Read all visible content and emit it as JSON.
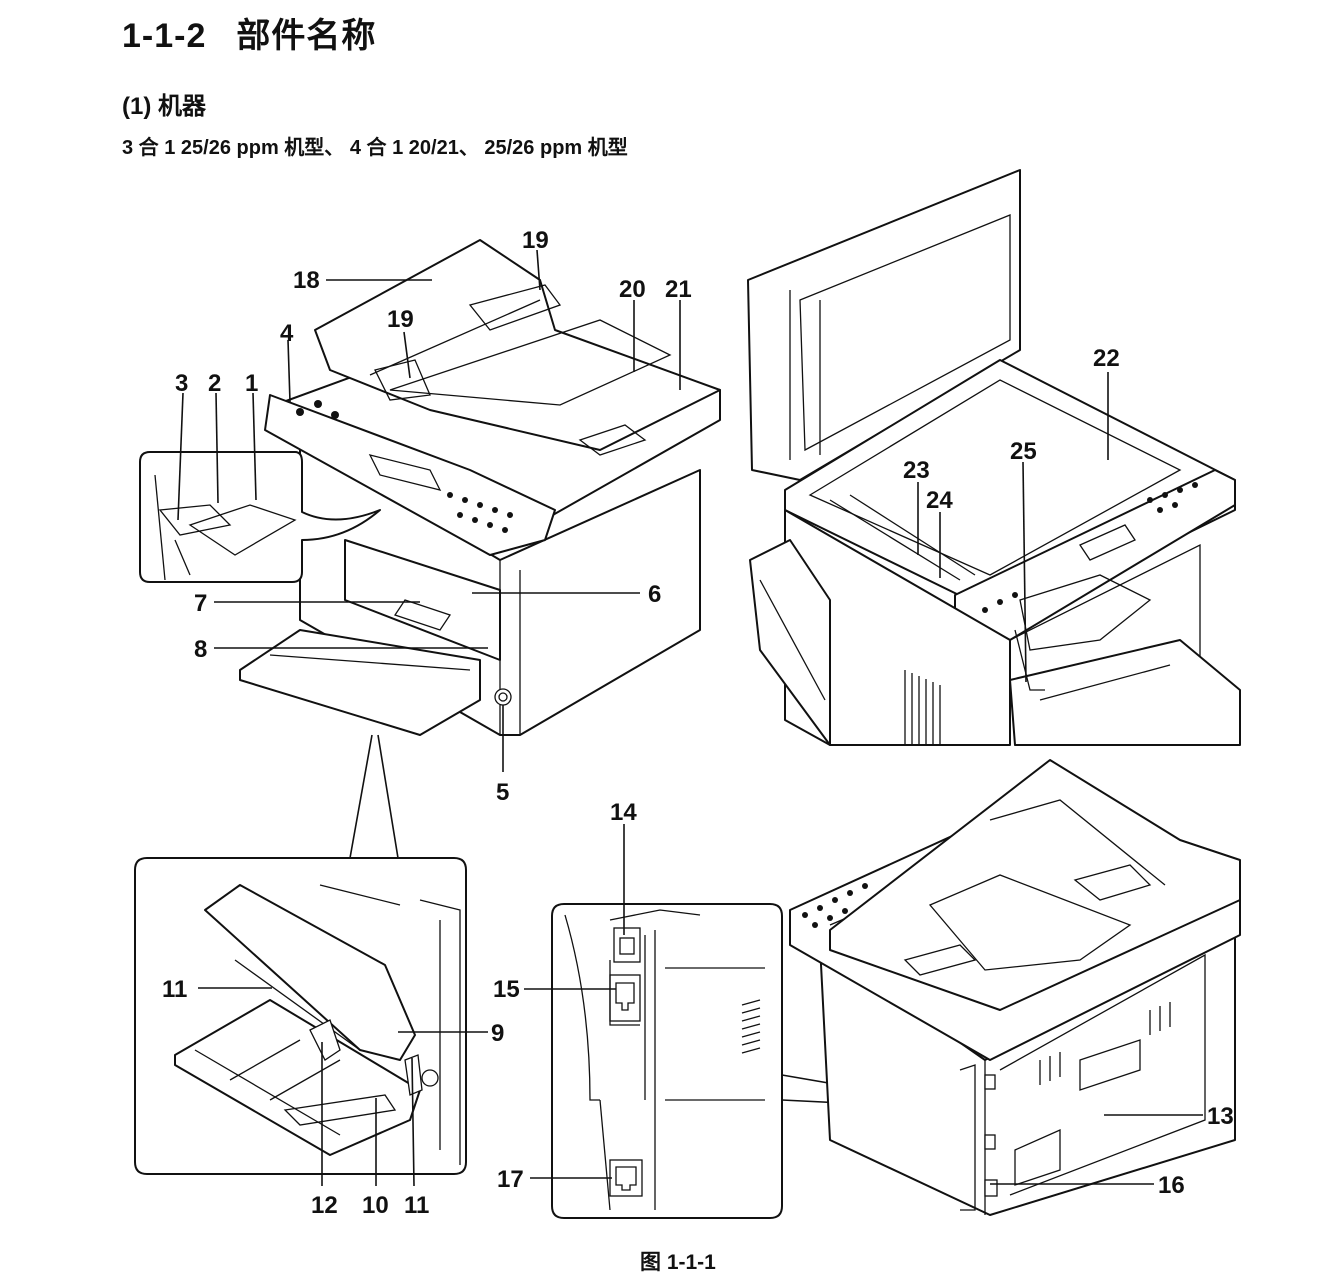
{
  "header": {
    "section_number": "1-1-2",
    "section_title": "部件名称",
    "subsection": "(1) 机器",
    "models": "3 合 1 25/26 ppm 机型、 4 合 1 20/21、 25/26 ppm 机型"
  },
  "figure": {
    "caption": "图 1-1-1",
    "callouts": [
      "1",
      "2",
      "3",
      "4",
      "5",
      "6",
      "7",
      "8",
      "9",
      "10",
      "11",
      "11",
      "12",
      "13",
      "14",
      "15",
      "16",
      "17",
      "18",
      "19",
      "19",
      "20",
      "21",
      "22",
      "23",
      "24",
      "25"
    ]
  }
}
